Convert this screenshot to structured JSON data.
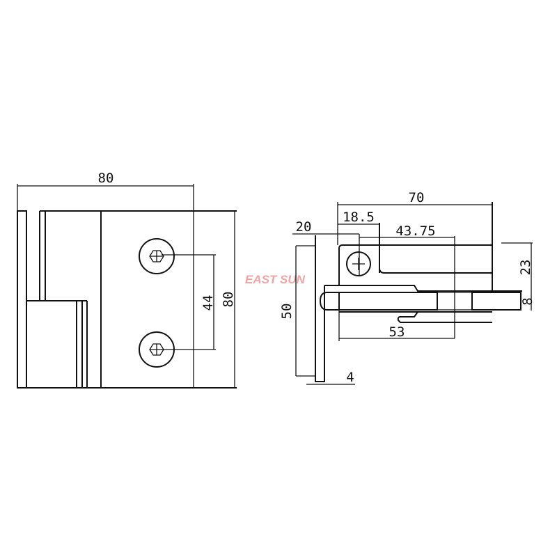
{
  "watermark": "EAST SUN",
  "front_view": {
    "width_label": "80",
    "hole_spacing_label": "44",
    "height_label": "80"
  },
  "side_view": {
    "overall_length_label": "70",
    "hole_offset_label": "18.5",
    "flange_label": "20",
    "glass_depth_label": "43.75",
    "plate_height_label": "23",
    "glass_thickness_label": "8",
    "lower_length_label": "53",
    "height_label": "50",
    "wall_thickness_label": "4"
  }
}
